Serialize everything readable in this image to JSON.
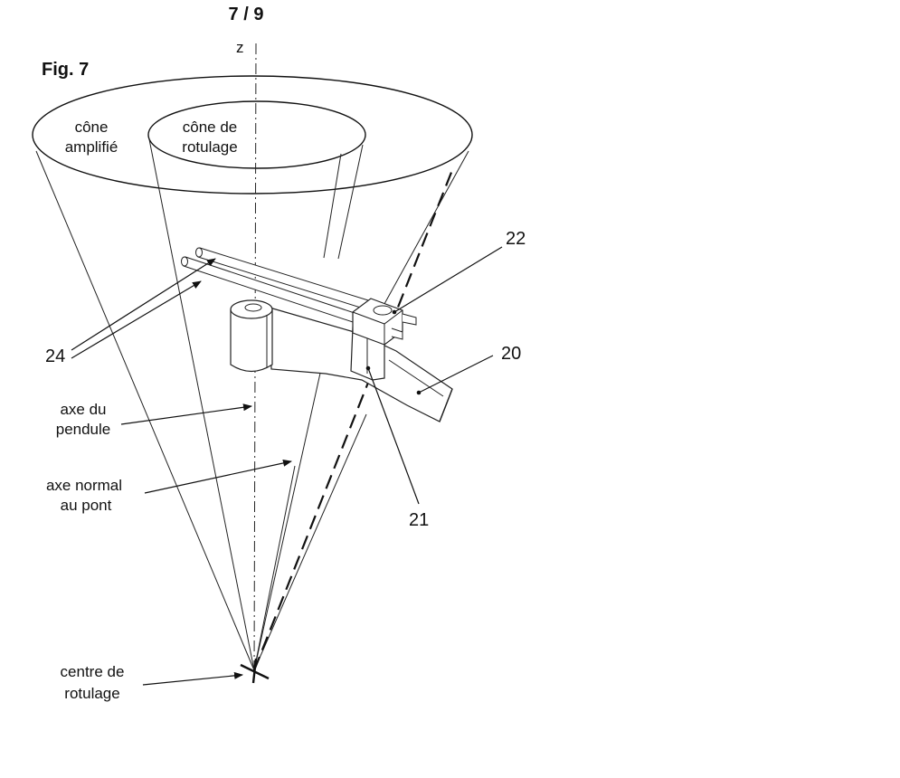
{
  "header": {
    "page_number": "7 / 9",
    "figure_label": "Fig. 7"
  },
  "axis": {
    "z_label": "z"
  },
  "cones": {
    "outer_label_line1": "cône",
    "outer_label_line2": "amplifié",
    "inner_label_line1": "cône de",
    "inner_label_line2": "rotulage"
  },
  "callouts": {
    "pendulum_axis_line1": "axe du",
    "pendulum_axis_line2": "pendule",
    "normal_axis_line1": "axe normal",
    "normal_axis_line2": "au pont",
    "center_line1": "centre de",
    "center_line2": "rotulage"
  },
  "references": {
    "r20": "20",
    "r21": "21",
    "r22": "22",
    "r24": "24"
  }
}
